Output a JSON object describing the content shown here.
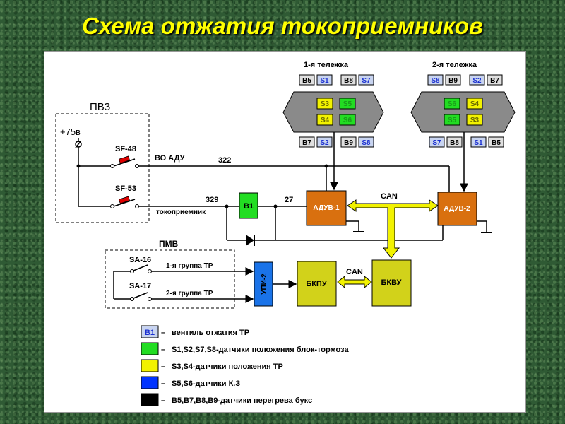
{
  "title": "Схема отжатия токоприемников",
  "pvz": {
    "label": "ПВЗ",
    "voltage": "+75в",
    "sf48": "SF-48",
    "sf53": "SF-53"
  },
  "wires": {
    "vo_adu": "ВО АДУ",
    "w322": "322",
    "w329": "329",
    "w27": "27",
    "tokopriemnik": "токоприемник"
  },
  "bogie1": {
    "title": "1-я тележка",
    "top": [
      "B5",
      "S1",
      "B8",
      "S7"
    ],
    "bottom": [
      "B7",
      "S2",
      "B9",
      "S8"
    ],
    "inner": [
      "S3",
      "S5",
      "S4",
      "S6"
    ]
  },
  "bogie2": {
    "title": "2-я тележка",
    "top": [
      "S8",
      "B9",
      "S2",
      "B7"
    ],
    "bottom": [
      "S7",
      "B8",
      "S1",
      "B5"
    ],
    "inner": [
      "S6",
      "S4",
      "S5",
      "S3"
    ]
  },
  "blocks": {
    "b1": "B1",
    "aduv1": "АДУВ-1",
    "aduv2": "АДУВ-2",
    "upi2": "УПИ-2",
    "bkpu": "БКПУ",
    "bkvu": "БКВУ",
    "can1": "CAN",
    "can2": "CAN"
  },
  "pmv": {
    "label": "ПМВ",
    "sa16": "SA-16",
    "sa17": "SA-17",
    "group1": "1-я группа ТР",
    "group2": "2-я группа ТР"
  },
  "legend": [
    {
      "key": "B1",
      "text": "вентиль отжатия ТР",
      "color": "#c8d4f0"
    },
    {
      "key": "",
      "text": "S1,S2,S7,S8-датчики положения блок-тормоза",
      "color": "#22dd22"
    },
    {
      "key": "",
      "text": "S3,S4-датчики положения ТР",
      "color": "#f2f200"
    },
    {
      "key": "",
      "text": "S5,S6-датчики К.З",
      "color": "#0033ff"
    },
    {
      "key": "",
      "text": "B5,B7,B8,B9-датчики перегрева букс",
      "color": "#000000"
    }
  ],
  "colors": {
    "orange": "#d9700f",
    "olive": "#d2d21a",
    "blue": "#1a73e8",
    "green": "#22dd22",
    "bogie": "#8a8a8a",
    "arrow": "#f2f200"
  }
}
